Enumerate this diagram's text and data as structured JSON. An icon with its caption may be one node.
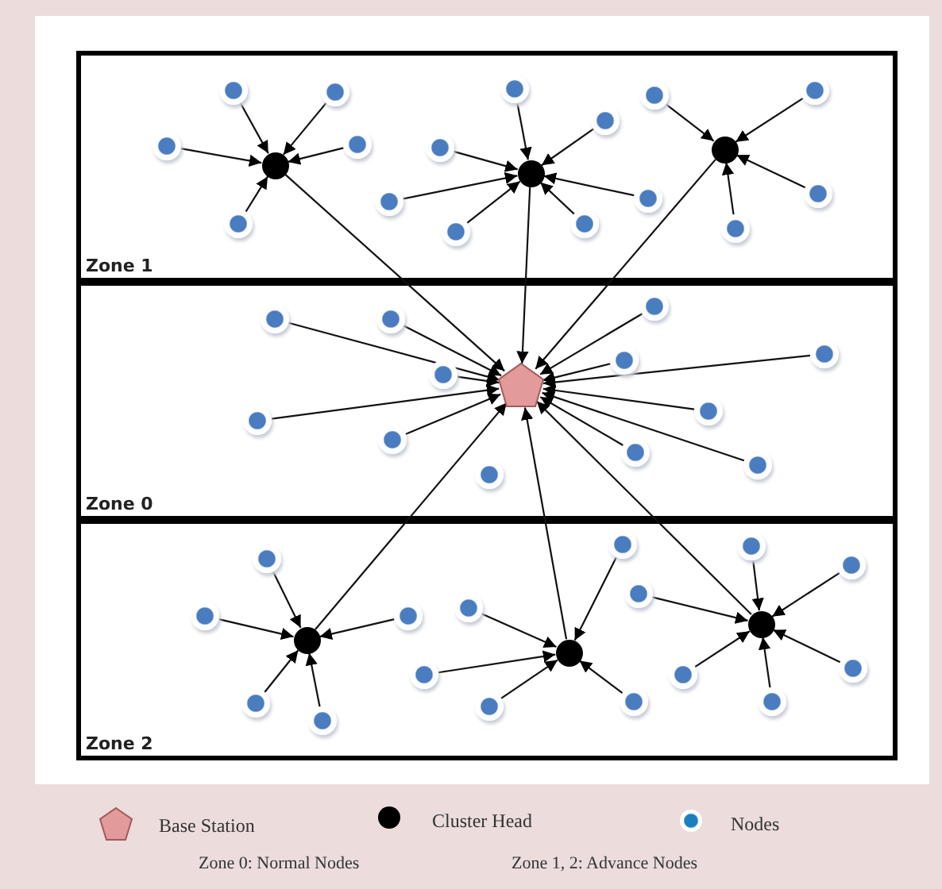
{
  "diagram": {
    "nodes": [
      {
        "text": [
          "Zone 1"
        ]
      },
      {
        "text": [],
        "shape": "circle",
        "in": 0
      },
      {
        "text": [],
        "shape": "circle",
        "in": 0
      },
      {
        "text": [],
        "shape": "circle",
        "in": 0
      },
      {
        "text": [],
        "shape": "circle",
        "in": 0
      },
      {
        "text": [],
        "shape": "circle",
        "in": 0
      },
      {
        "text": [],
        "shape": "circle",
        "in": 0
      },
      {
        "text": [],
        "shape": "circle",
        "in": 0
      },
      {
        "text": [],
        "shape": "circle",
        "in": 0
      },
      {
        "text": [],
        "shape": "circle",
        "in": 0
      },
      {
        "text": [],
        "shape": "circle",
        "in": 0
      },
      {
        "text": [],
        "shape": "circle",
        "in": 0
      },
      {
        "text": [],
        "shape": "circle",
        "in": 0
      },
      {
        "text": [],
        "shape": "circle",
        "in": 0
      },
      {
        "text": [],
        "shape": "circle",
        "in": 0
      },
      {
        "text": [],
        "shape": "circle",
        "in": 0
      },
      {
        "text": [],
        "shape": "circle",
        "in": 0
      },
      {
        "text": [],
        "shape": "circle",
        "in": 0
      },
      {
        "text": [],
        "shape": "circle",
        "in": 0
      },
      {
        "text": [],
        "shape": "circle",
        "in": 0
      },
      {
        "text": [
          "Zone 0"
        ]
      },
      {
        "text": [],
        "shape": "pentagon",
        "in": 20
      },
      {
        "text": [],
        "shape": "circle",
        "in": 20
      },
      {
        "text": [],
        "shape": "circle",
        "in": 20
      },
      {
        "text": [],
        "shape": "circle",
        "in": 20
      },
      {
        "text": [],
        "shape": "circle",
        "in": 20
      },
      {
        "text": [],
        "shape": "circle",
        "in": 20
      },
      {
        "text": [],
        "shape": "circle",
        "in": 20
      },
      {
        "text": [],
        "shape": "circle",
        "in": 20
      },
      {
        "text": [],
        "shape": "circle",
        "in": 20
      },
      {
        "text": [],
        "shape": "circle",
        "in": 20
      },
      {
        "text": [],
        "shape": "circle",
        "in": 20
      },
      {
        "text": [],
        "shape": "circle",
        "in": 20
      },
      {
        "text": [],
        "shape": "circle",
        "in": 20
      },
      {
        "text": [
          "Zone 2"
        ]
      },
      {
        "text": [],
        "shape": "circle",
        "in": 34
      },
      {
        "text": [],
        "shape": "circle",
        "in": 34
      },
      {
        "text": [],
        "shape": "circle",
        "in": 34
      },
      {
        "text": [],
        "shape": "circle",
        "in": 34
      },
      {
        "text": [],
        "shape": "circle",
        "in": 34
      },
      {
        "text": [],
        "shape": "circle",
        "in": 34
      },
      {
        "text": [],
        "shape": "circle",
        "in": 34
      },
      {
        "text": [],
        "shape": "circle",
        "in": 34
      },
      {
        "text": [],
        "shape": "circle",
        "in": 34
      },
      {
        "text": [],
        "shape": "circle",
        "in": 34
      },
      {
        "text": [],
        "shape": "circle",
        "in": 34
      },
      {
        "text": [],
        "shape": "circle",
        "in": 34
      },
      {
        "text": [],
        "shape": "circle",
        "in": 34
      },
      {
        "text": [],
        "shape": "circle",
        "in": 34
      },
      {
        "text": [],
        "shape": "circle",
        "in": 34
      },
      {
        "text": [],
        "shape": "circle",
        "in": 34
      },
      {
        "text": [],
        "shape": "circle",
        "in": 34
      },
      {
        "text": [],
        "shape": "circle",
        "in": 34
      },
      {
        "text": [],
        "shape": "circle",
        "in": 34
      }
    ],
    "edges": [
      {
        "from": 4,
        "to": 1,
        "arrow": "to"
      },
      {
        "from": 5,
        "to": 1,
        "arrow": "to"
      },
      {
        "from": 6,
        "to": 1,
        "arrow": "to"
      },
      {
        "from": 7,
        "to": 1,
        "arrow": "to"
      },
      {
        "from": 8,
        "to": 1,
        "arrow": "to"
      },
      {
        "from": 9,
        "to": 2,
        "arrow": "to"
      },
      {
        "from": 10,
        "to": 2,
        "arrow": "to"
      },
      {
        "from": 11,
        "to": 2,
        "arrow": "to"
      },
      {
        "from": 12,
        "to": 2,
        "arrow": "to"
      },
      {
        "from": 13,
        "to": 2,
        "arrow": "to"
      },
      {
        "from": 14,
        "to": 2,
        "arrow": "to"
      },
      {
        "from": 15,
        "to": 2,
        "arrow": "to"
      },
      {
        "from": 16,
        "to": 3,
        "arrow": "to"
      },
      {
        "from": 17,
        "to": 3,
        "arrow": "to"
      },
      {
        "from": 18,
        "to": 3,
        "arrow": "to"
      },
      {
        "from": 19,
        "to": 3,
        "arrow": "to"
      },
      {
        "from": 1,
        "to": 21,
        "arrow": "to"
      },
      {
        "from": 2,
        "to": 21,
        "arrow": "to"
      },
      {
        "from": 3,
        "to": 21,
        "arrow": "to"
      },
      {
        "from": 22,
        "to": 21,
        "arrow": "to"
      },
      {
        "from": 23,
        "to": 21,
        "arrow": "to"
      },
      {
        "from": 24,
        "to": 21,
        "arrow": "to"
      },
      {
        "from": 25,
        "to": 21,
        "arrow": "to"
      },
      {
        "from": 26,
        "to": 21,
        "arrow": "to"
      },
      {
        "from": 27,
        "to": 21,
        "arrow": "to"
      },
      {
        "from": 28,
        "to": 21,
        "arrow": "to"
      },
      {
        "from": 29,
        "to": 21,
        "arrow": "to"
      },
      {
        "from": 30,
        "to": 21,
        "arrow": "to"
      },
      {
        "from": 31,
        "to": 21,
        "arrow": "to"
      },
      {
        "from": 32,
        "to": 21,
        "arrow": "to"
      },
      {
        "from": 35,
        "to": 21,
        "arrow": "to"
      },
      {
        "from": 36,
        "to": 21,
        "arrow": "to"
      },
      {
        "from": 37,
        "to": 21,
        "arrow": "to"
      },
      {
        "from": 38,
        "to": 35,
        "arrow": "to"
      },
      {
        "from": 39,
        "to": 35,
        "arrow": "to"
      },
      {
        "from": 40,
        "to": 35,
        "arrow": "to"
      },
      {
        "from": 41,
        "to": 35,
        "arrow": "to"
      },
      {
        "from": 42,
        "to": 35,
        "arrow": "to"
      },
      {
        "from": 43,
        "to": 36,
        "arrow": "to"
      },
      {
        "from": 44,
        "to": 36,
        "arrow": "to"
      },
      {
        "from": 45,
        "to": 36,
        "arrow": "to"
      },
      {
        "from": 46,
        "to": 36,
        "arrow": "to"
      },
      {
        "from": 47,
        "to": 36,
        "arrow": "to"
      },
      {
        "from": 48,
        "to": 37,
        "arrow": "to"
      },
      {
        "from": 49,
        "to": 37,
        "arrow": "to"
      },
      {
        "from": 50,
        "to": 37,
        "arrow": "to"
      },
      {
        "from": 51,
        "to": 37,
        "arrow": "to"
      },
      {
        "from": 52,
        "to": 37,
        "arrow": "to"
      },
      {
        "from": 53,
        "to": 37,
        "arrow": "to"
      }
    ],
    "labels": [
      "Zone 0: Normal Nodes",
      "Zone 1, 2: Advance Nodes"
    ],
    "legend": [
      {
        "text": "Base Station"
      },
      {
        "text": "Cluster Head"
      },
      {
        "text": "Nodes"
      }
    ]
  }
}
